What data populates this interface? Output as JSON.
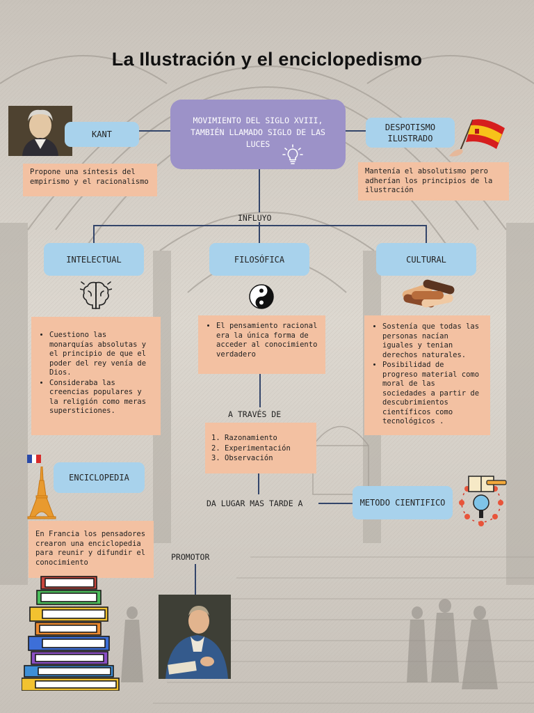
{
  "title": "La Ilustración y el enciclopedismo",
  "central": {
    "line1": "MOVIMIENTO DEL SIGLO XVIII,",
    "line2": "TAMBIÉN LLAMADO SIGLO DE LAS",
    "line3": "LUCES"
  },
  "kant": {
    "label": "KANT",
    "text": "Propone una síntesis del empirismo y el racionalismo"
  },
  "despotismo": {
    "line1": "DESPOTISMO",
    "line2": "ILUSTRADO",
    "text": "Mantenía el absolutismo pero adherían los principios de la ilustración"
  },
  "influyo": "INFLUYO",
  "intelectual": {
    "label": "INTELECTUAL",
    "items": [
      "Cuestiono las monarquías absolutas y el principio de que el poder del rey venía de Dios.",
      "Consideraba las creencias populares y la religión como meras supersticiones."
    ]
  },
  "filosofica": {
    "label": "FILOSÓFICA",
    "items": [
      "El pensamiento racional era la única forma de acceder al conocimiento verdadero"
    ]
  },
  "cultural": {
    "label": "CULTURAL",
    "items": [
      "Sostenía que todas las personas nacían iguales y tenian derechos naturales.",
      "Posibilidad de progreso material como moral de las sociedades a partir de descubrimientos científicos como tecnológicos ."
    ]
  },
  "a_traves_de": "A TRAVÉS DE",
  "metodos": [
    "Razonamiento",
    "Experimentación",
    "Observación"
  ],
  "da_lugar": "DA LUGAR MAS TARDE A",
  "metodo_cientifico": "METODO CIENTIFICO",
  "enciclopedia": {
    "label": "ENCICLOPEDIA",
    "text": "En Francia los pensadores crearon una enciclopedia para reunir y difundir el conocimiento"
  },
  "promotor": "PROMOTOR",
  "colors": {
    "blue": "#a8d2ec",
    "peach": "#f3c1a2",
    "purple": "#9c92c8",
    "line": "#33456a"
  },
  "icons": [
    "lightbulb-icon",
    "spain-flag-icon",
    "brain-icon",
    "yin-yang-icon",
    "hands-icon",
    "eiffel-tower-icon",
    "french-flag-icon",
    "science-book-icon",
    "books-stack-icon"
  ]
}
